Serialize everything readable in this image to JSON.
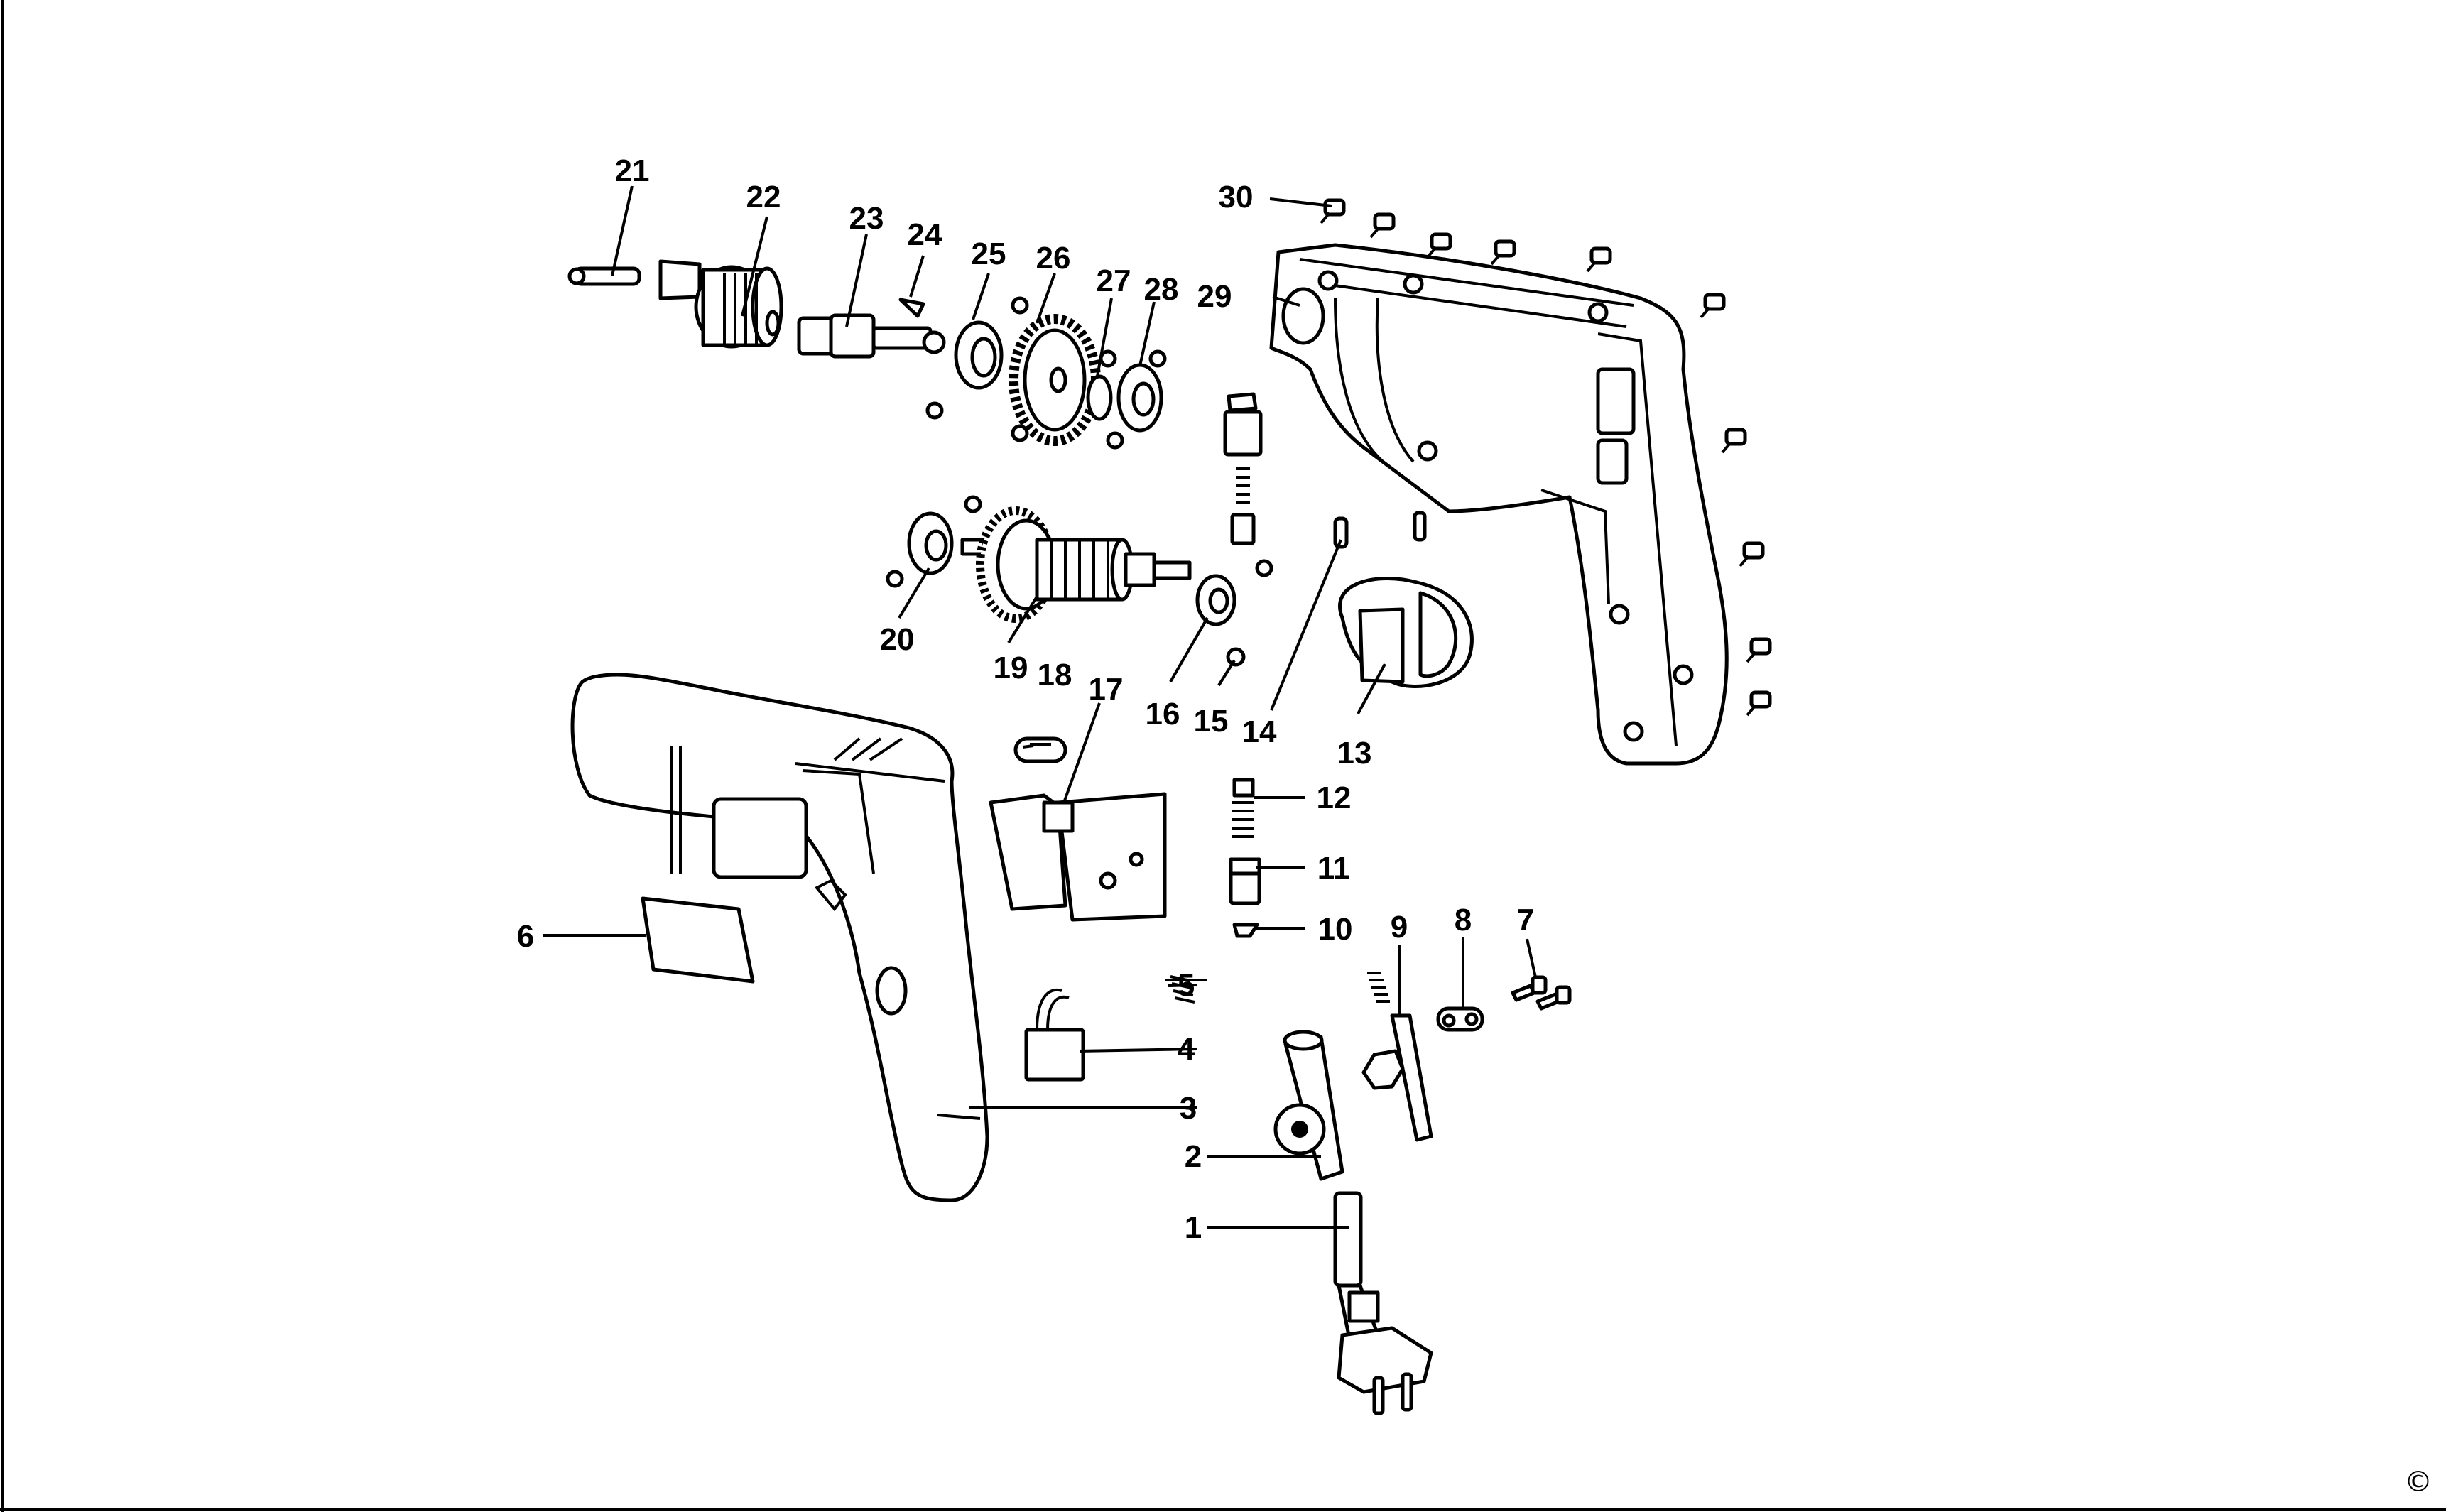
{
  "diagram": {
    "labels": [
      "1",
      "2",
      "3",
      "4",
      "5",
      "6",
      "7",
      "8",
      "9",
      "10",
      "11",
      "12",
      "13",
      "14",
      "15",
      "16",
      "17",
      "18",
      "19",
      "20",
      "21",
      "22",
      "23",
      "24",
      "25",
      "26",
      "27",
      "28",
      "29",
      "30"
    ],
    "copyright": "©"
  }
}
